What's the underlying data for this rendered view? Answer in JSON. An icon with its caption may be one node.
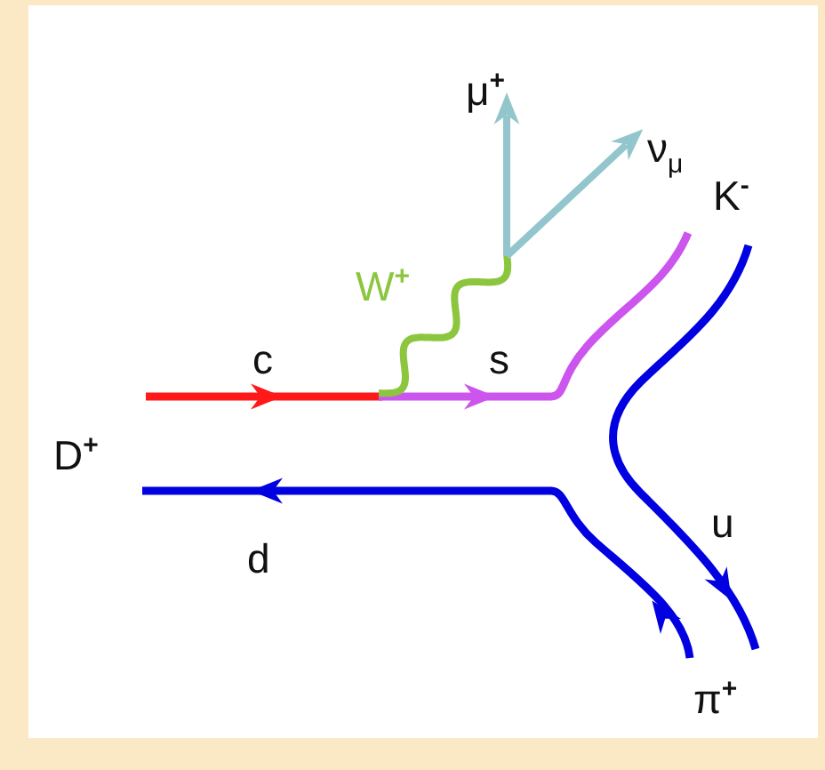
{
  "diagram": {
    "labels": [
      "μ$^{+}$",
      "ν$_{μ}$",
      "K$^{-}$",
      "W$^{+}$",
      "c",
      "s",
      "D$^{+}$",
      "d",
      "u",
      "π$^{+}$"
    ]
  }
}
